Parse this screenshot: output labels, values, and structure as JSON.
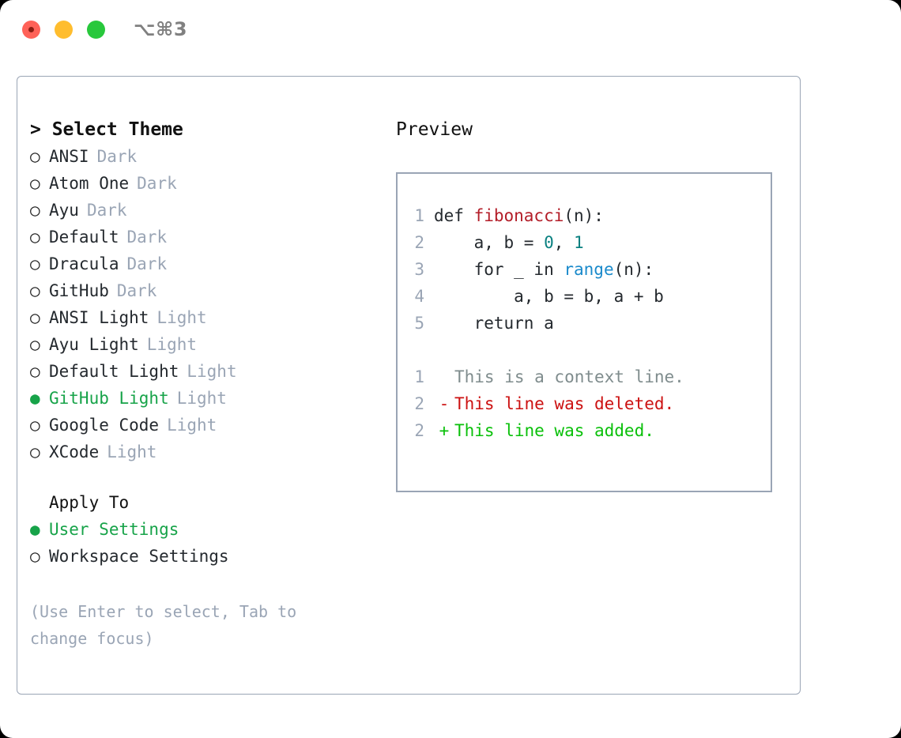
{
  "titlebar": {
    "shortcut": "⌥⌘3",
    "lights": [
      {
        "name": "close",
        "color": "#ff6258"
      },
      {
        "name": "minimize",
        "color": "#ffbd2e"
      },
      {
        "name": "maximize",
        "color": "#28c83c"
      }
    ]
  },
  "theme_picker": {
    "header": "> Select Theme",
    "options": [
      {
        "bullet": "○",
        "label": "ANSI",
        "badge": "Dark",
        "selected": false
      },
      {
        "bullet": "○",
        "label": "Atom One",
        "badge": "Dark",
        "selected": false
      },
      {
        "bullet": "○",
        "label": "Ayu",
        "badge": "Dark",
        "selected": false
      },
      {
        "bullet": "○",
        "label": "Default",
        "badge": "Dark",
        "selected": false
      },
      {
        "bullet": "○",
        "label": "Dracula",
        "badge": "Dark",
        "selected": false
      },
      {
        "bullet": "○",
        "label": "GitHub",
        "badge": "Dark",
        "selected": false
      },
      {
        "bullet": "○",
        "label": "ANSI Light",
        "badge": "Light",
        "selected": false
      },
      {
        "bullet": "○",
        "label": "Ayu Light",
        "badge": "Light",
        "selected": false
      },
      {
        "bullet": "○",
        "label": "Default Light",
        "badge": "Light",
        "selected": false
      },
      {
        "bullet": "●",
        "label": "GitHub Light",
        "badge": "Light",
        "selected": true
      },
      {
        "bullet": "○",
        "label": "Google Code",
        "badge": "Light",
        "selected": false
      },
      {
        "bullet": "○",
        "label": "XCode",
        "badge": "Light",
        "selected": false
      }
    ]
  },
  "apply_to": {
    "header": "Apply To",
    "options": [
      {
        "bullet": "●",
        "label": "User Settings",
        "selected": true
      },
      {
        "bullet": "○",
        "label": "Workspace Settings",
        "selected": false
      }
    ]
  },
  "hint": "(Use Enter to select, Tab to change focus)",
  "preview": {
    "title": "Preview",
    "code_lines": [
      {
        "num": "1",
        "segments": [
          {
            "text": "def ",
            "style": "plain"
          },
          {
            "text": "fibonacci",
            "style": "fn"
          },
          {
            "text": "(n):",
            "style": "plain"
          }
        ]
      },
      {
        "num": "2",
        "segments": [
          {
            "text": "    a, b = ",
            "style": "plain"
          },
          {
            "text": "0",
            "style": "num"
          },
          {
            "text": ", ",
            "style": "plain"
          },
          {
            "text": "1",
            "style": "num"
          }
        ]
      },
      {
        "num": "3",
        "segments": [
          {
            "text": "    for _ in ",
            "style": "plain"
          },
          {
            "text": "range",
            "style": "call"
          },
          {
            "text": "(n):",
            "style": "plain"
          }
        ]
      },
      {
        "num": "4",
        "segments": [
          {
            "text": "        a, b = b, a + b",
            "style": "plain"
          }
        ]
      },
      {
        "num": "5",
        "segments": [
          {
            "text": "    return a",
            "style": "plain"
          }
        ]
      }
    ],
    "diff_lines": [
      {
        "num": "1",
        "mark": " ",
        "text": "This is a context line.",
        "kind": "context"
      },
      {
        "num": "2",
        "mark": "-",
        "text": "This line was deleted.",
        "kind": "deleted"
      },
      {
        "num": "2",
        "mark": "+",
        "text": "This line was added.",
        "kind": "added"
      }
    ]
  },
  "colors": {
    "selection_green": "#17a349",
    "diff_add_green": "#0ac00a",
    "diff_del_red": "#cc1111",
    "function_red": "#b31d28",
    "number_teal": "#0a8080",
    "call_blue": "#1a8acb",
    "muted_gray": "#9aa5b5",
    "text_dark": "#24292e",
    "border": "#9aa5b5"
  }
}
